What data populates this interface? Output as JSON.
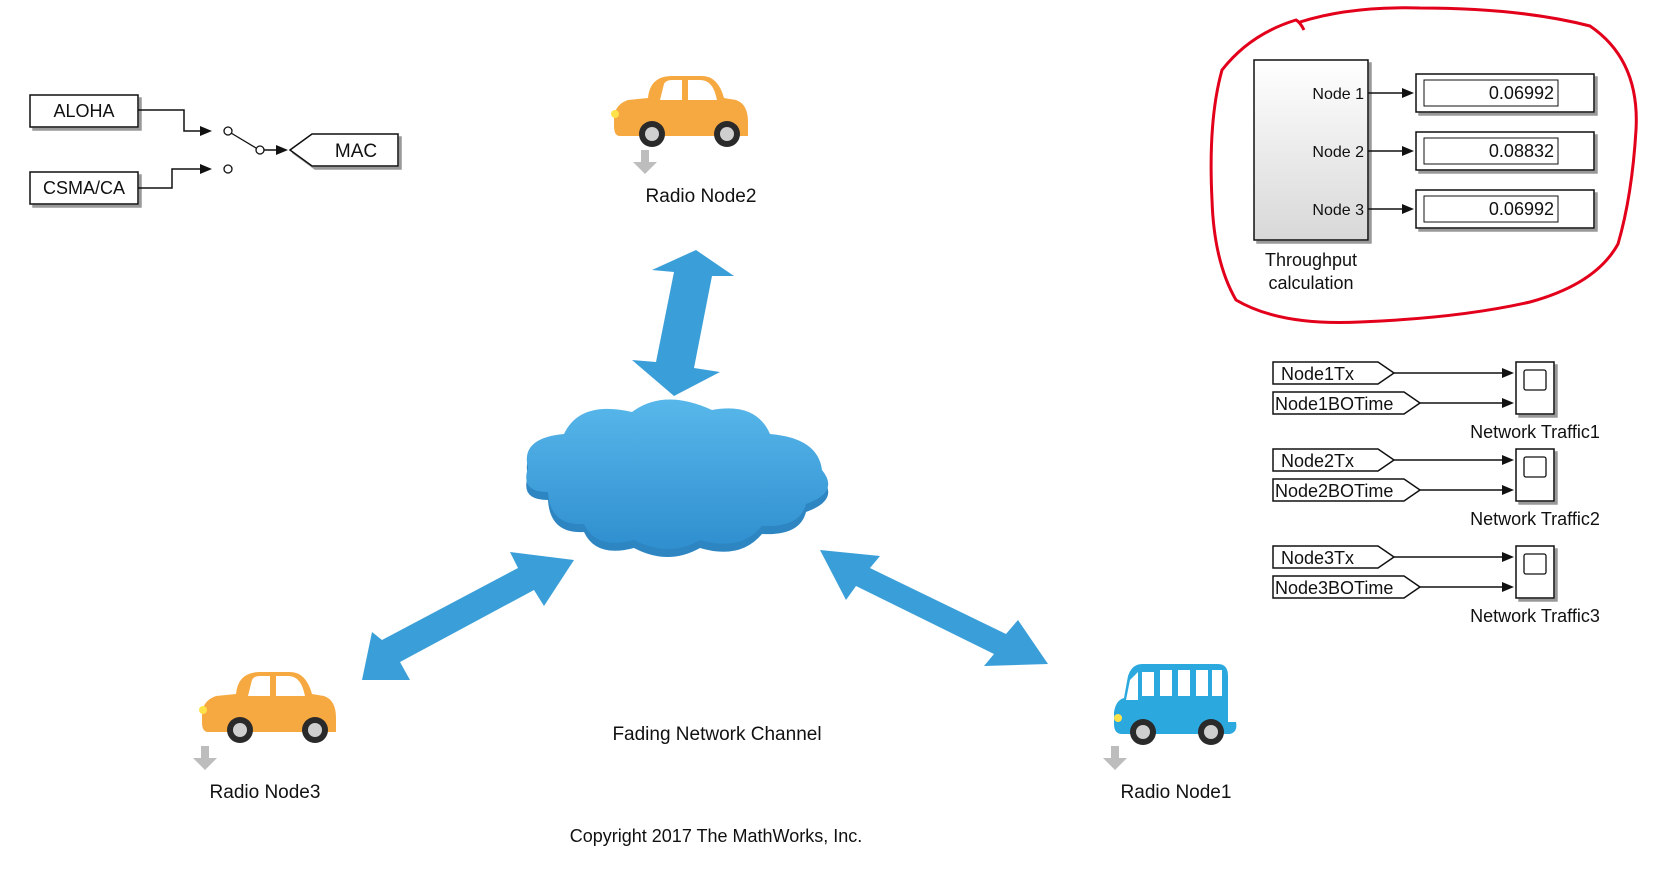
{
  "mac_selector": {
    "inputs": [
      "ALOHA",
      "CSMA/CA"
    ],
    "output_tag": "MAC"
  },
  "radio_nodes": [
    {
      "label": "Radio Node2",
      "vehicle": "car-icon",
      "color": "#F7A941"
    },
    {
      "label": "Radio Node3",
      "vehicle": "car-icon",
      "color": "#F7A941"
    },
    {
      "label": "Radio Node1",
      "vehicle": "van-icon",
      "color": "#2BA9DF"
    }
  ],
  "channel": {
    "label": "Fading Network Channel",
    "icon": "cloud-icon",
    "color": "#3A9FD8"
  },
  "throughput": {
    "block_label_line1": "Throughput",
    "block_label_line2": "calculation",
    "ports": [
      "Node 1",
      "Node 2",
      "Node 3"
    ],
    "values": [
      "0.06992",
      "0.08832",
      "0.06992"
    ],
    "highlight_color": "#E3001B"
  },
  "traffic_scopes": [
    {
      "signals": [
        "Node1Tx",
        "Node1BOTime"
      ],
      "label": "Network Traffic1"
    },
    {
      "signals": [
        "Node2Tx",
        "Node2BOTime"
      ],
      "label": "Network Traffic2"
    },
    {
      "signals": [
        "Node3Tx",
        "Node3BOTime"
      ],
      "label": "Network Traffic3"
    }
  ],
  "copyright": "Copyright 2017 The MathWorks, Inc."
}
